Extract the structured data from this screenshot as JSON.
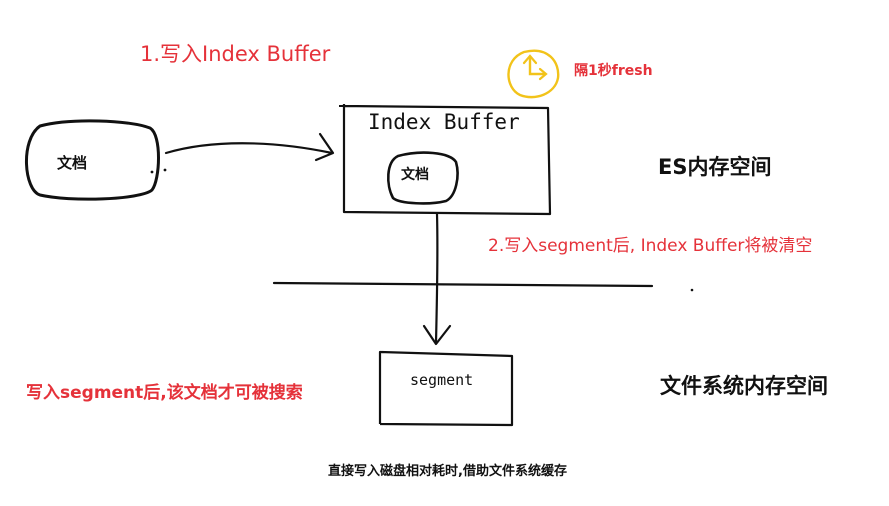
{
  "colors": {
    "stroke": "#111111",
    "red": "#e5323a",
    "yellow": "#f2c31a",
    "text": "#111111"
  },
  "labels": {
    "step1": "1.写入Index Buffer",
    "refresh": "隔1秒fresh",
    "doc_left": "文档",
    "index_buffer_title": "Index Buffer",
    "doc_inner": "文档",
    "es_memory": "ES内存空间",
    "step2": "2.写入segment后, Index Buffer将被清空",
    "segment": "segment",
    "searchable_note": "写入segment后,该文档才可被搜索",
    "fs_memory": "文件系统内存空间",
    "footer_note": "直接写入磁盘相对耗时,借助文件系统缓存"
  },
  "icons": {
    "clock": "clock-icon"
  }
}
